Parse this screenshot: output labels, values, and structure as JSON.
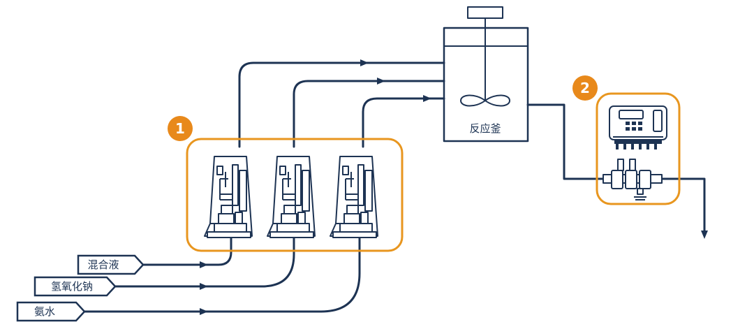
{
  "reactor": {
    "label": "反应釜"
  },
  "badges": {
    "pumps": "1",
    "analyzer": "2"
  },
  "inputs": [
    {
      "label": "混合液"
    },
    {
      "label": "氢氧化钠"
    },
    {
      "label": "氨水"
    }
  ],
  "colors": {
    "line": "#1d3353",
    "accent": "#e8961f",
    "badge": "#e8891b"
  },
  "icons": [
    "dosing-pump-icon",
    "controller-icon",
    "sensor-manifold-icon",
    "agitator-icon",
    "arrow-icon"
  ]
}
